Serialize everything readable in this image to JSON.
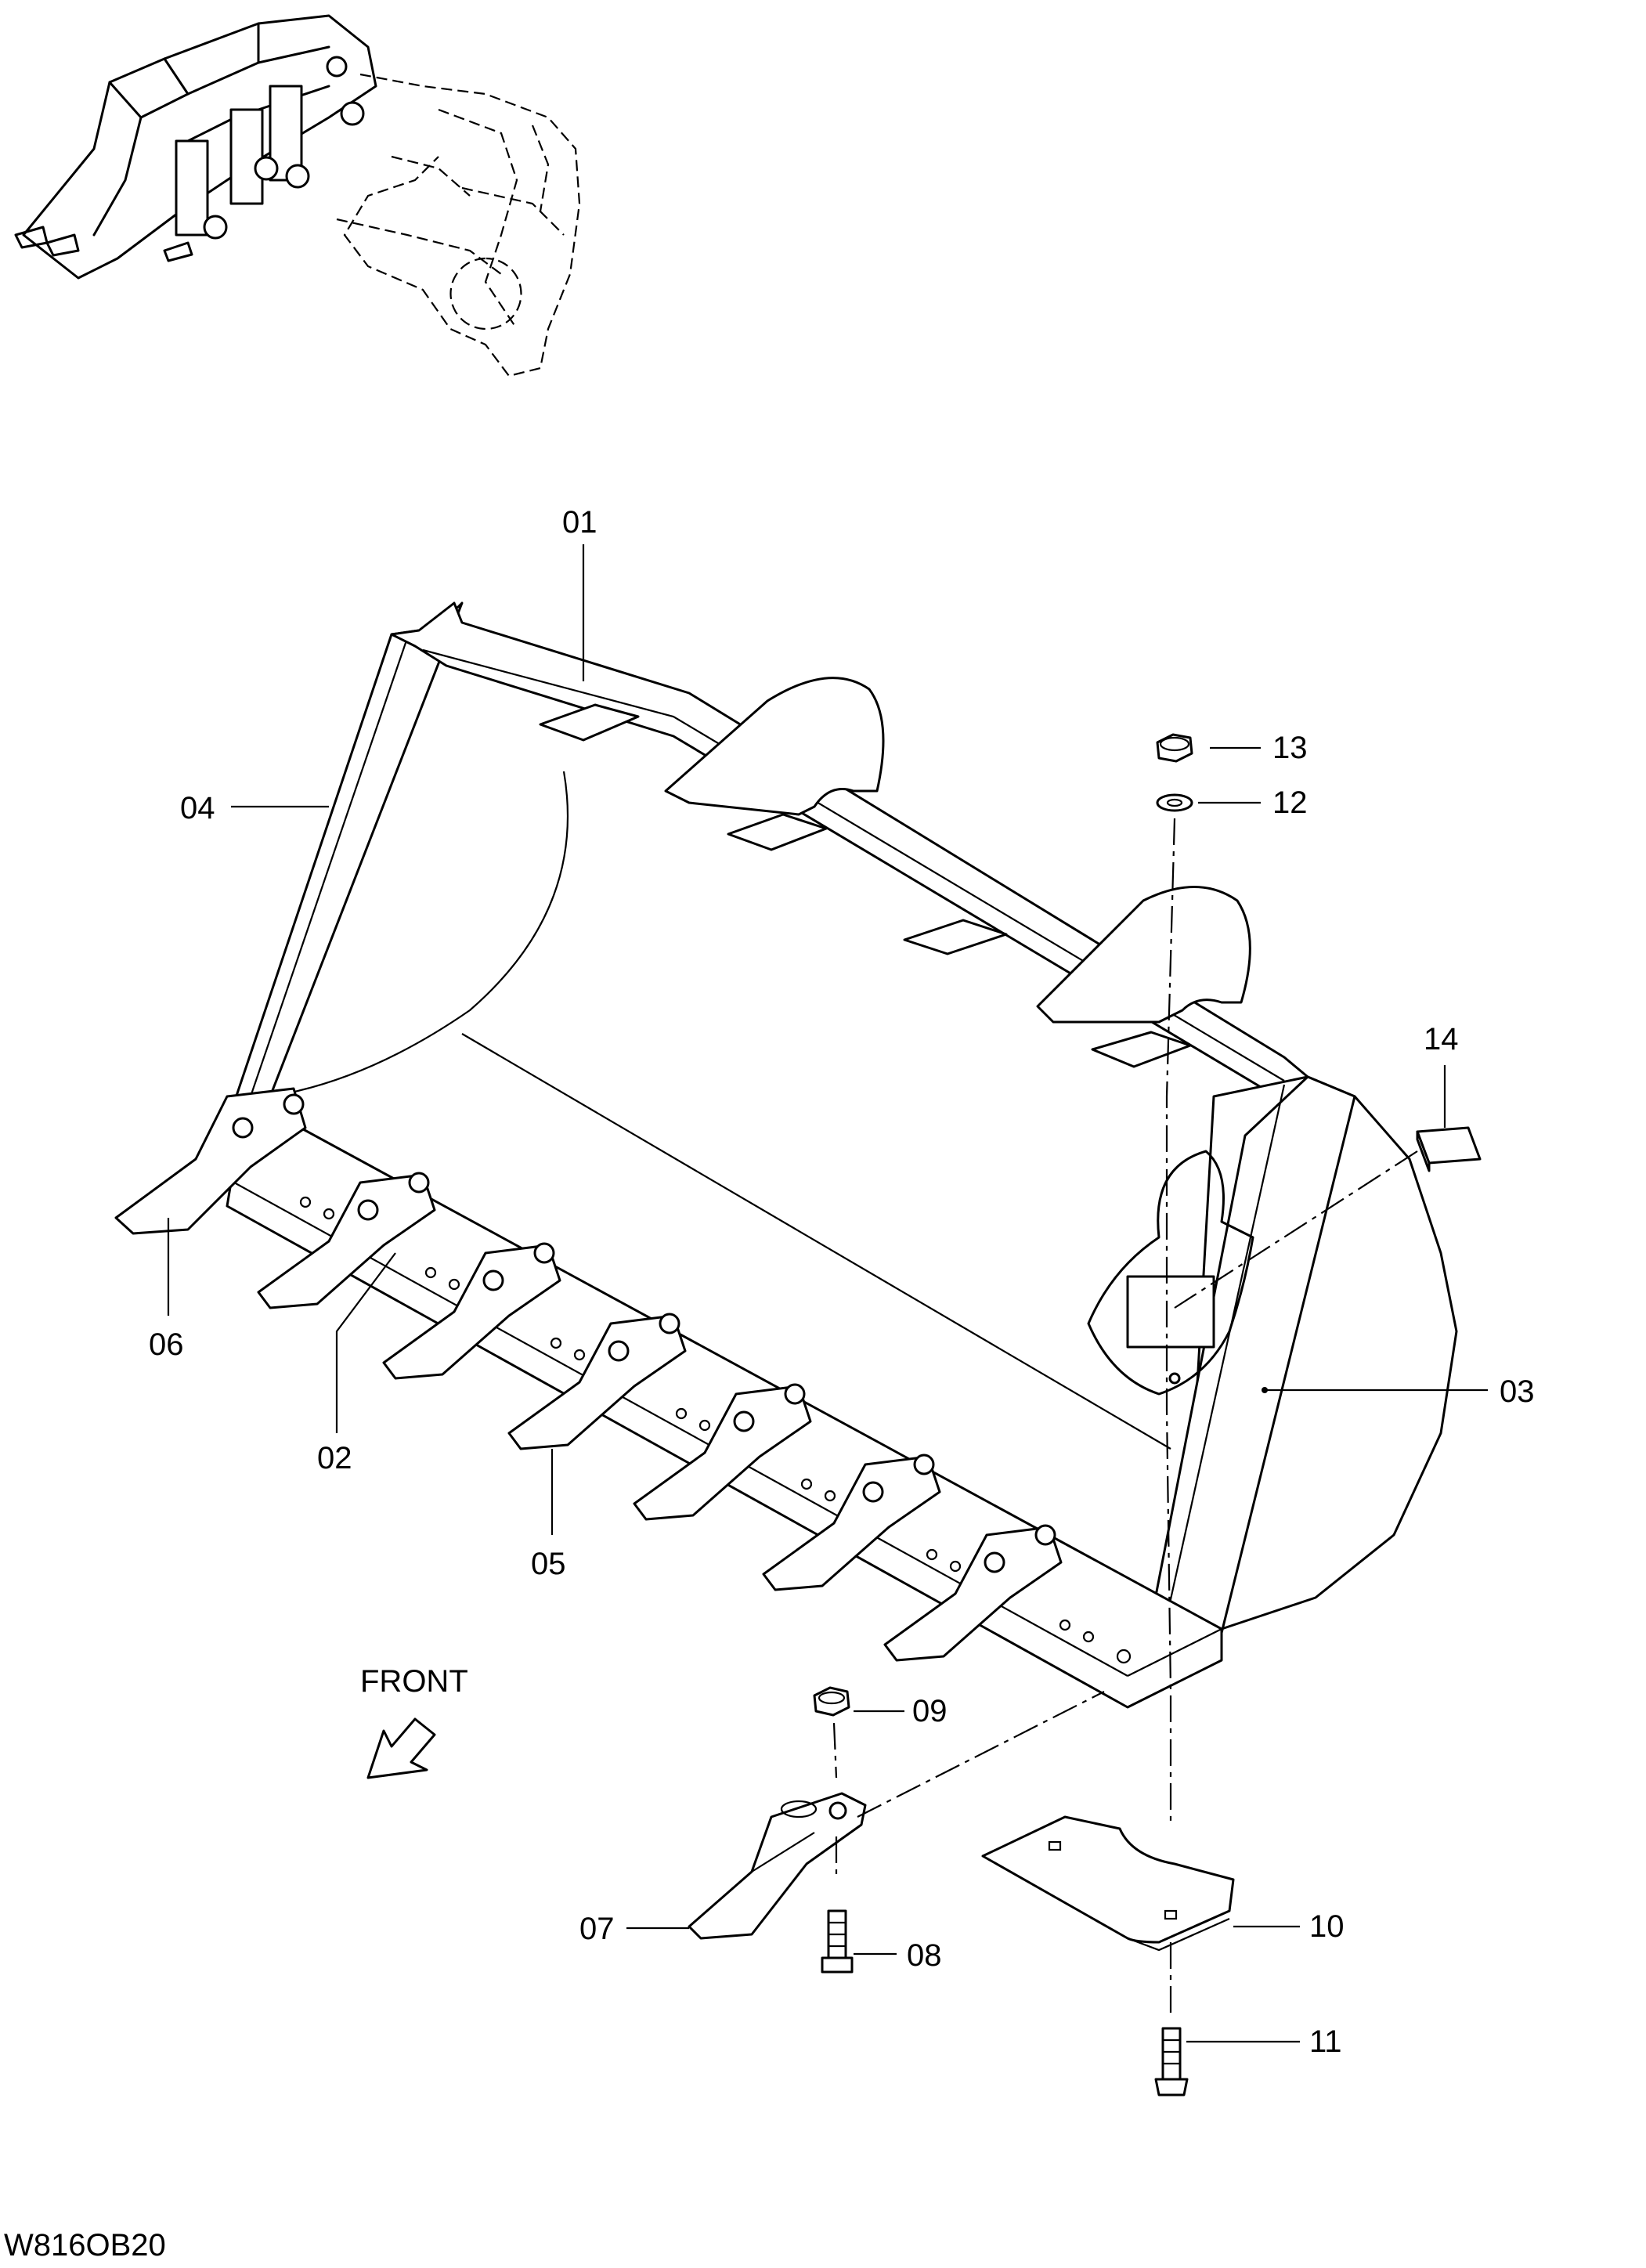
{
  "drawing_code": "W816OB20",
  "front_label": "FRONT",
  "callouts": {
    "p01": "01",
    "p02": "02",
    "p03": "03",
    "p04": "04",
    "p05": "05",
    "p06": "06",
    "p07": "07",
    "p08": "08",
    "p09": "09",
    "p10": "10",
    "p11": "11",
    "p12": "12",
    "p13": "13",
    "p14": "14"
  }
}
